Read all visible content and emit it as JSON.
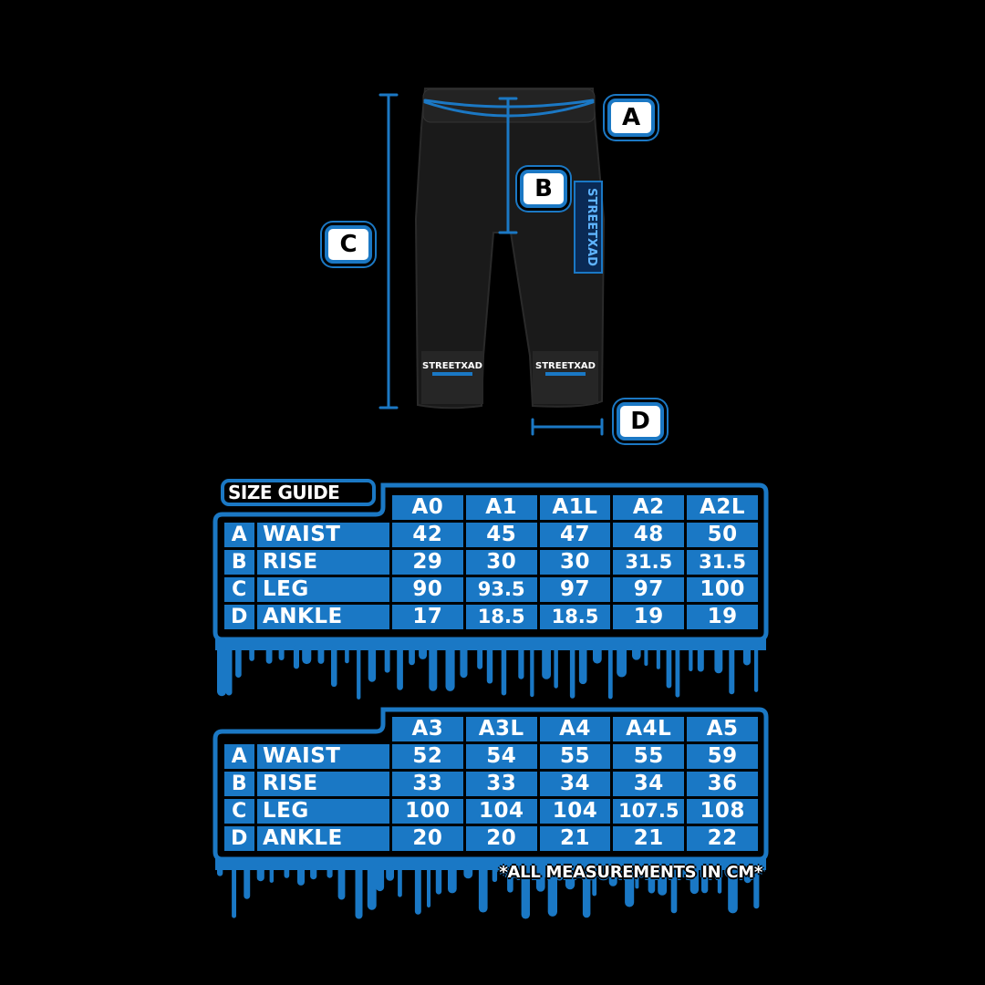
{
  "badges": {
    "a": "A",
    "b": "B",
    "c": "C",
    "d": "D"
  },
  "pants": {
    "patch_text": "STREETXAD"
  },
  "guide_title": "SIZE GUIDE",
  "row_letters": [
    "A",
    "B",
    "C",
    "D"
  ],
  "row_labels": [
    "WAIST",
    "RISE",
    "LEG",
    "ANKLE"
  ],
  "table1": {
    "sizes": [
      "A0",
      "A1",
      "A1L",
      "A2",
      "A2L"
    ],
    "rows": [
      [
        "42",
        "45",
        "47",
        "48",
        "50"
      ],
      [
        "29",
        "30",
        "30",
        "31.5",
        "31.5"
      ],
      [
        "90",
        "93.5",
        "97",
        "97",
        "100"
      ],
      [
        "17",
        "18.5",
        "18.5",
        "19",
        "19"
      ]
    ]
  },
  "table2": {
    "sizes": [
      "A3",
      "A3L",
      "A4",
      "A4L",
      "A5"
    ],
    "rows": [
      [
        "52",
        "54",
        "55",
        "55",
        "59"
      ],
      [
        "33",
        "33",
        "34",
        "34",
        "36"
      ],
      [
        "100",
        "104",
        "104",
        "107.5",
        "108"
      ],
      [
        "20",
        "20",
        "21",
        "21",
        "22"
      ]
    ]
  },
  "note": "*ALL MEASUREMENTS IN CM*",
  "colors": {
    "accent": "#1a78c5",
    "background": "#000000",
    "text": "#ffffff"
  }
}
